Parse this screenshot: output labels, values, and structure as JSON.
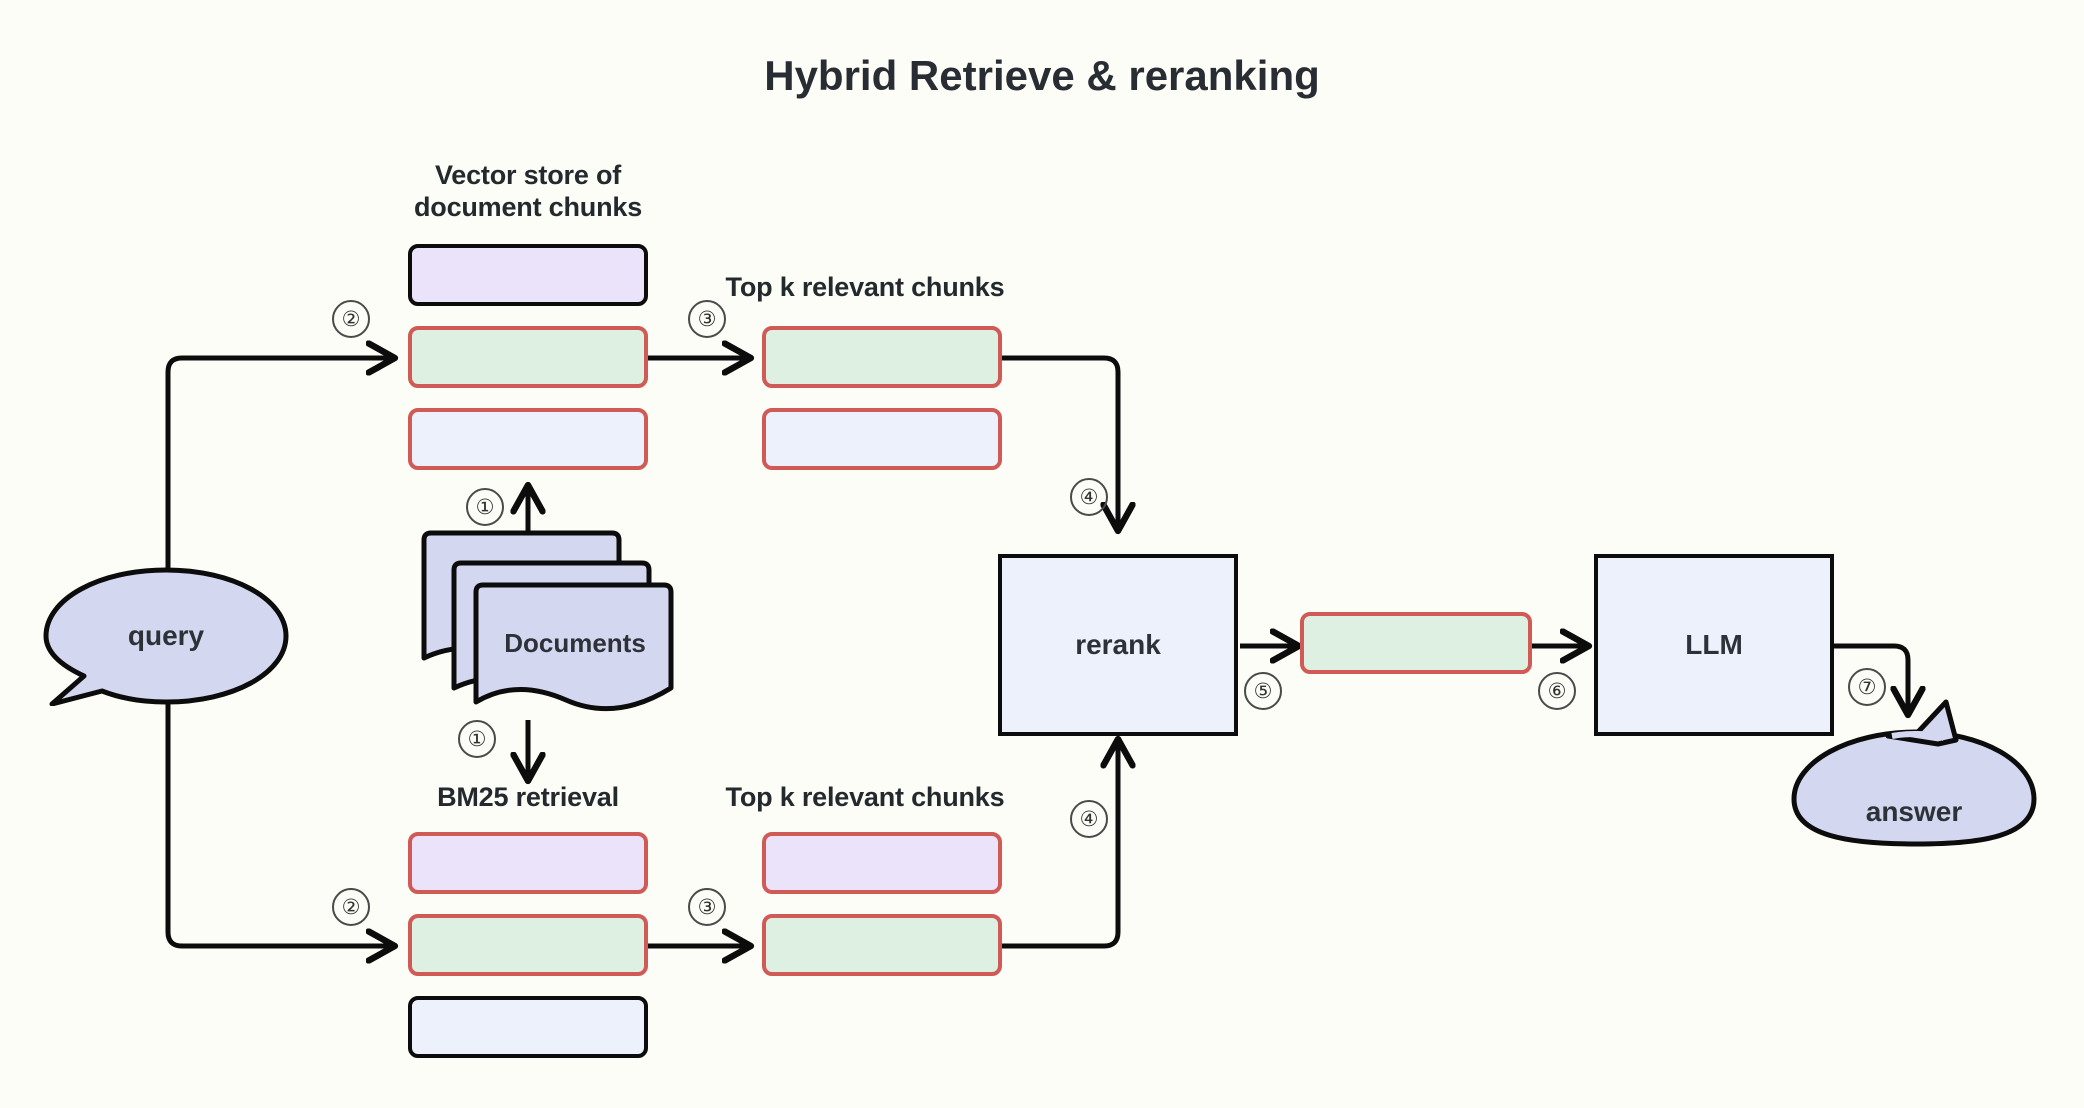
{
  "diagram": {
    "title": "Hybrid Retrieve & reranking",
    "background_color": "#fdfdf7",
    "colors": {
      "purple_fill": "#ebe3fa",
      "green_fill": "#ddf0e1",
      "blue_fill": "#edf1fb",
      "red_border": "#cf5a56",
      "black_border": "#0c0c0c",
      "bubble_fill": "#d4d7f0",
      "text": "#2c3238"
    },
    "nodes": {
      "query": {
        "label": "query",
        "shape": "speech-bubble"
      },
      "documents": {
        "label": "Documents",
        "shape": "stacked-document"
      },
      "vector_store": {
        "label": "Vector store of\ndocument chunks",
        "line1": "Vector store of",
        "line2": "document chunks"
      },
      "bm25": {
        "label": "BM25 retrieval"
      },
      "topk_vector": {
        "label": "Top k relevant chunks"
      },
      "topk_bm25": {
        "label": "Top k relevant chunks"
      },
      "rerank": {
        "label": "rerank",
        "shape": "rect"
      },
      "reranked_chunk": {
        "label": "",
        "shape": "rounded-rect"
      },
      "llm": {
        "label": "LLM",
        "shape": "rect"
      },
      "answer": {
        "label": "answer",
        "shape": "speech-bubble"
      }
    },
    "chunk_stacks": {
      "vector_store": [
        {
          "fill": "purple",
          "border": "black"
        },
        {
          "fill": "green",
          "border": "red"
        },
        {
          "fill": "blue",
          "border": "red"
        }
      ],
      "topk_vector": [
        {
          "fill": "green",
          "border": "red"
        },
        {
          "fill": "blue",
          "border": "red"
        }
      ],
      "bm25": [
        {
          "fill": "purple",
          "border": "red"
        },
        {
          "fill": "green",
          "border": "red"
        },
        {
          "fill": "blue",
          "border": "black"
        }
      ],
      "topk_bm25": [
        {
          "fill": "purple",
          "border": "red"
        },
        {
          "fill": "green",
          "border": "red"
        }
      ]
    },
    "steps": [
      {
        "n": "①",
        "num": "1",
        "desc": "documents-to-vector-store"
      },
      {
        "n": "①",
        "num": "1",
        "desc": "documents-to-bm25"
      },
      {
        "n": "②",
        "num": "2",
        "desc": "query-to-vector-store"
      },
      {
        "n": "②",
        "num": "2",
        "desc": "query-to-bm25"
      },
      {
        "n": "③",
        "num": "3",
        "desc": "vector-store-to-topk"
      },
      {
        "n": "③",
        "num": "3",
        "desc": "bm25-to-topk"
      },
      {
        "n": "④",
        "num": "4",
        "desc": "topk-vector-to-rerank"
      },
      {
        "n": "④",
        "num": "4",
        "desc": "topk-bm25-to-rerank"
      },
      {
        "n": "⑤",
        "num": "5",
        "desc": "rerank-to-chunk"
      },
      {
        "n": "⑥",
        "num": "6",
        "desc": "chunk-to-llm"
      },
      {
        "n": "⑦",
        "num": "7",
        "desc": "llm-to-answer"
      }
    ],
    "step_labels": {
      "s1a": "①",
      "s1b": "①",
      "s2a": "②",
      "s2b": "②",
      "s3a": "③",
      "s3b": "③",
      "s4a": "④",
      "s4b": "④",
      "s5": "⑤",
      "s6": "⑥",
      "s7": "⑦"
    }
  }
}
